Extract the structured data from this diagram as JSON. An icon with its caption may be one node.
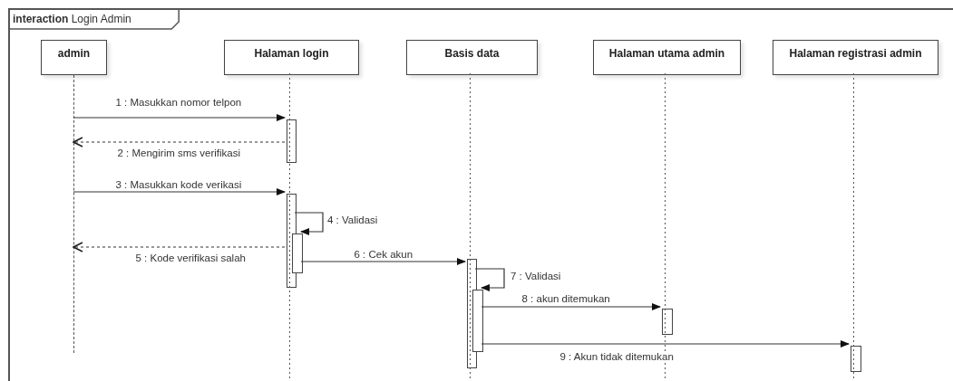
{
  "diagram": {
    "nodes": [
      {
        "text": [
          "**interaction** Login Admin"
        ]
      },
      {
        "text": [
          "admin"
        ],
        "in": 0
      },
      {
        "text": [
          "Halaman login"
        ],
        "in": 0
      },
      {
        "text": [
          "Basis data"
        ],
        "in": 0
      },
      {
        "text": [
          "Halaman utama admin"
        ],
        "in": 0
      },
      {
        "text": [
          "Halaman registrasi admin"
        ],
        "in": 0
      },
      {
        "text": [],
        "shape": "bar",
        "in": 0
      },
      {
        "text": [],
        "shape": "bar",
        "in": 0
      },
      {
        "text": [],
        "shape": "bar",
        "in": 0
      },
      {
        "text": [],
        "shape": "bar",
        "in": 0
      },
      {
        "text": [],
        "shape": "bar",
        "in": 0
      },
      {
        "text": [],
        "shape": "bar",
        "in": 0
      },
      {
        "text": [],
        "shape": "bar",
        "in": 0
      },
      {
        "text": [],
        "shape": "line",
        "in": 0
      }
    ],
    "edges": [
      {
        "from": 13,
        "to": 6,
        "arrow": "to",
        "label": "1 : Masukkan nomor telpon"
      },
      {
        "from": 6,
        "to": 13,
        "arrow": "to",
        "style": "dashed",
        "label": "2 : Mengirim sms verifikasi"
      },
      {
        "from": 13,
        "to": 7,
        "arrow": "to",
        "label": "3 : Masukkan kode verikasi"
      },
      {
        "from": 7,
        "to": 8,
        "arrow": "to",
        "label": "4 : Validasi"
      },
      {
        "from": 7,
        "to": 13,
        "arrow": "to",
        "style": "dashed",
        "label": "5 : Kode verifikasi salah"
      },
      {
        "from": 8,
        "to": 9,
        "arrow": "to",
        "label": "6 : Cek akun"
      },
      {
        "from": 9,
        "to": 10,
        "arrow": "to",
        "label": "7 : Validasi"
      },
      {
        "from": 10,
        "to": 11,
        "arrow": "to",
        "label": "8 : akun ditemukan"
      },
      {
        "from": 10,
        "to": 12,
        "arrow": "to",
        "label": "9 : Akun tidak ditemukan"
      }
    ]
  }
}
